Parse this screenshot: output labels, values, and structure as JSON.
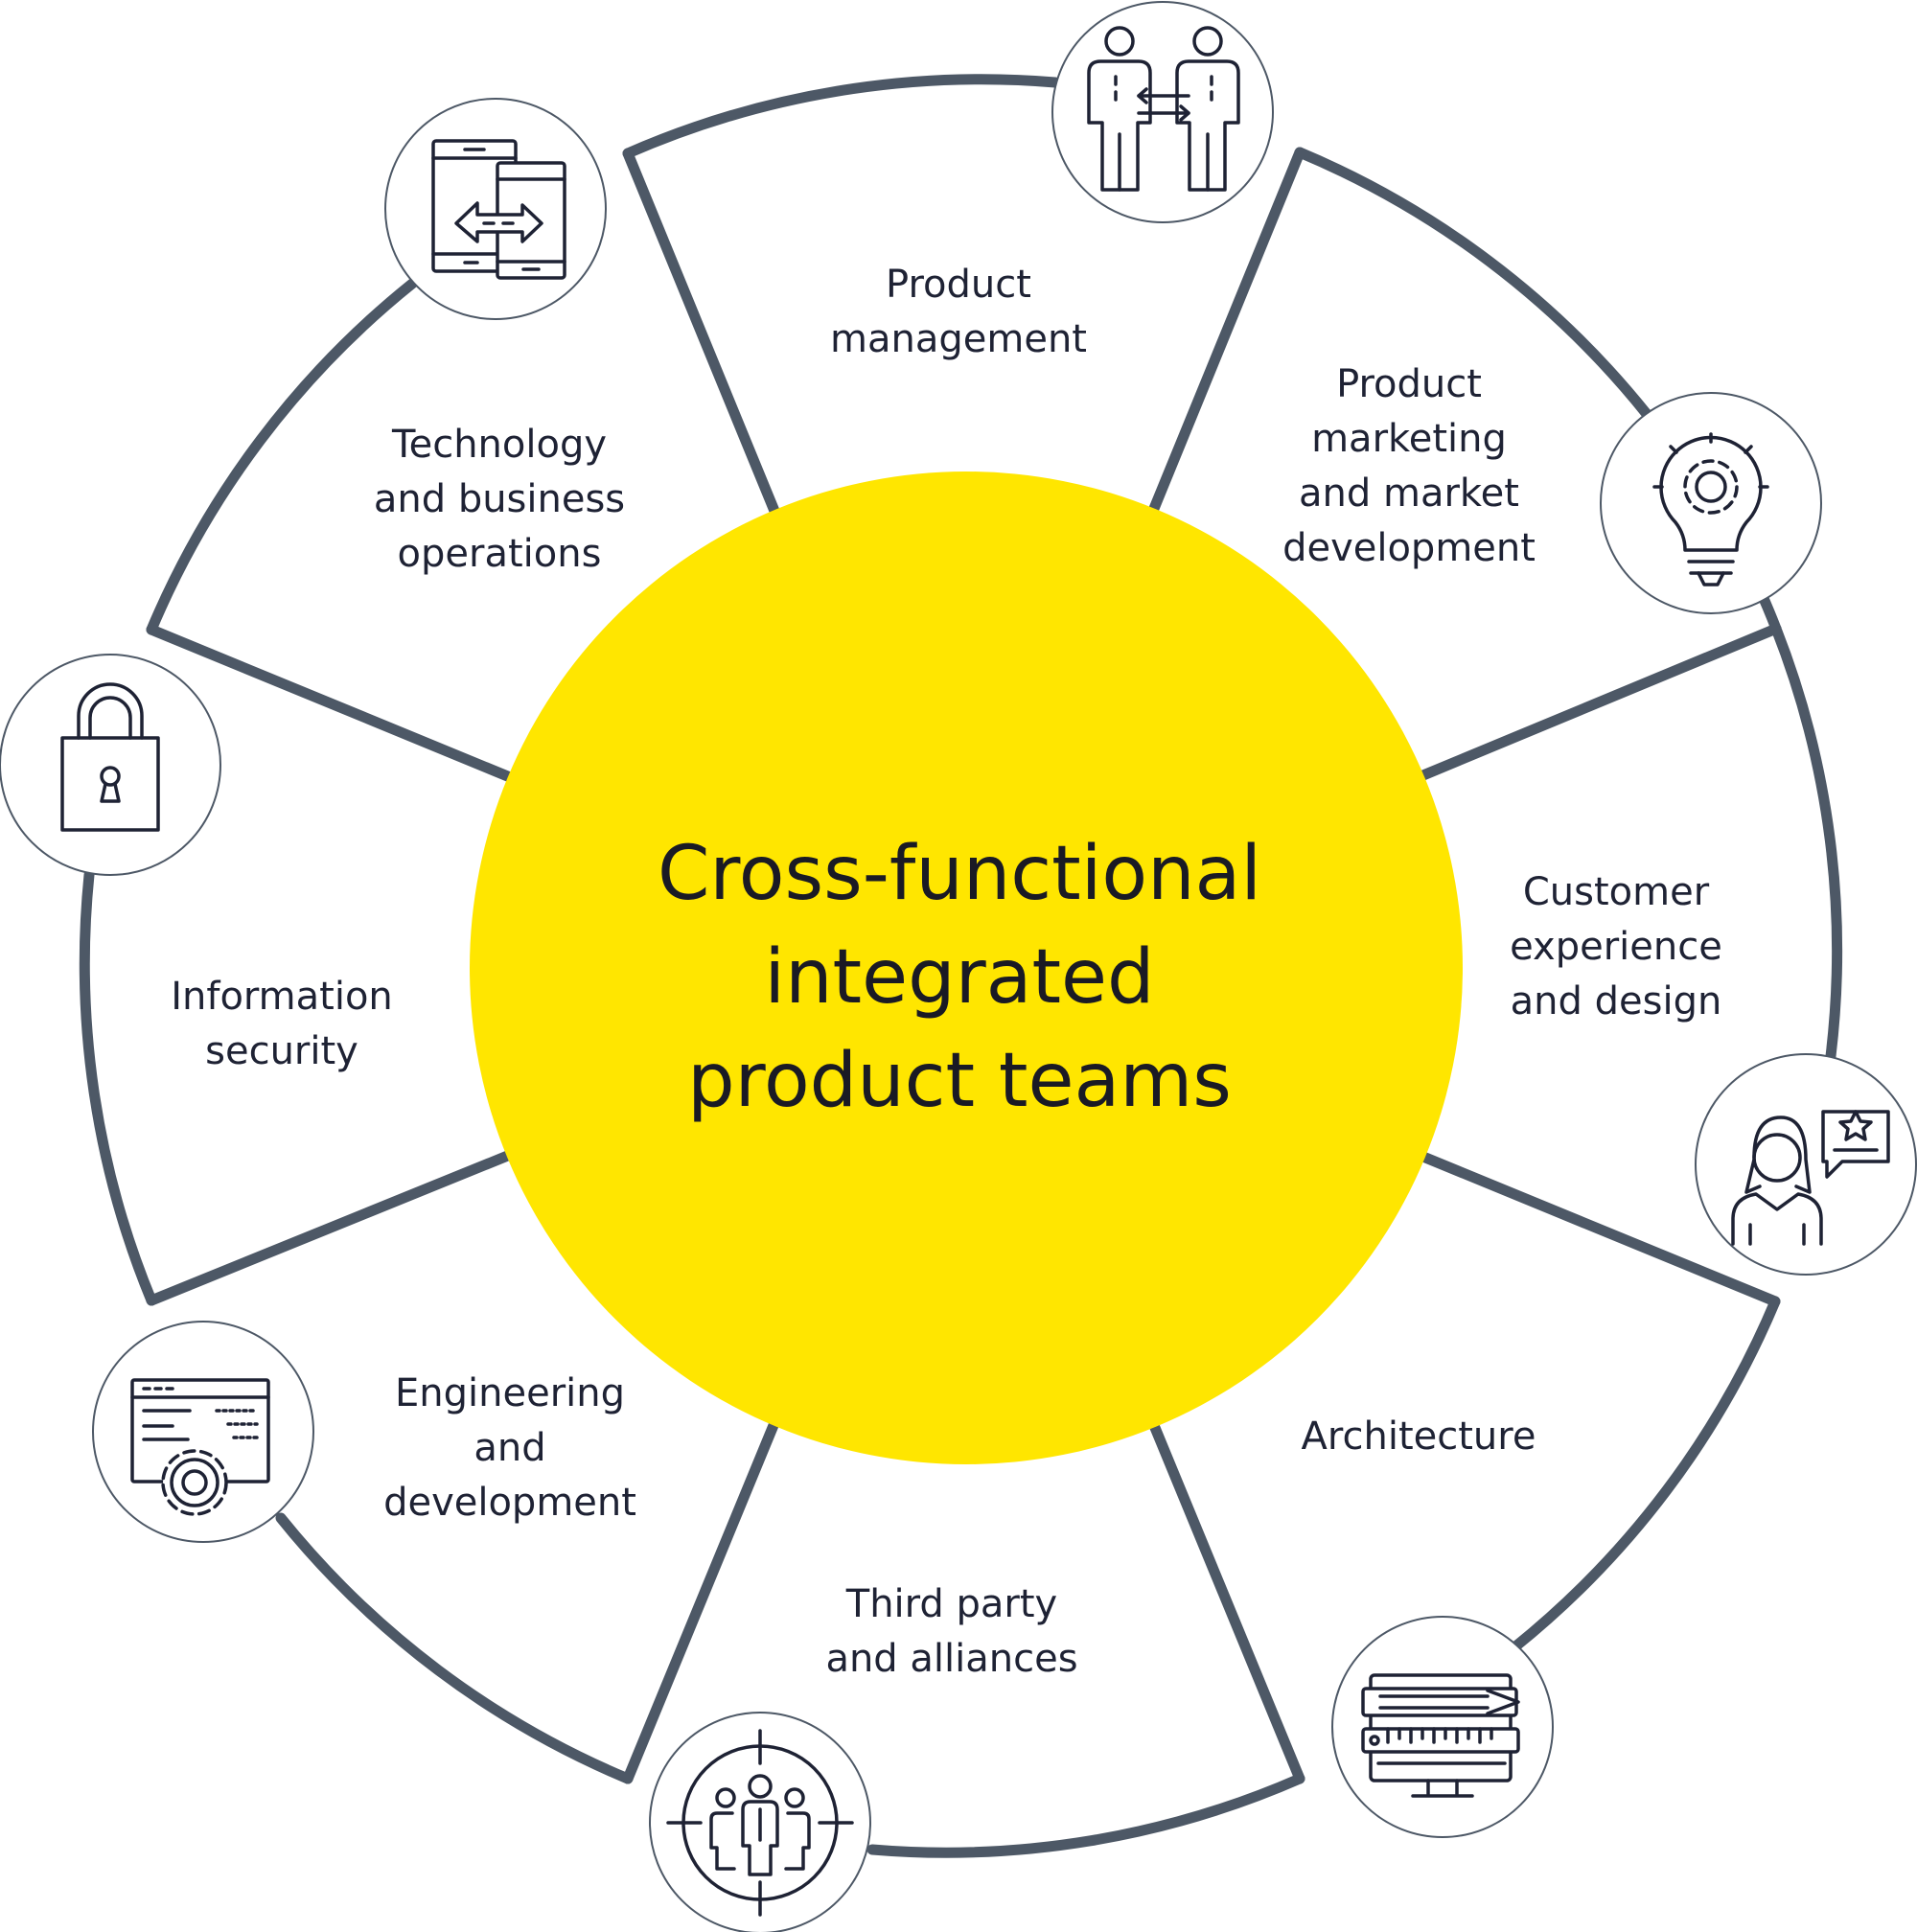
{
  "diagram": {
    "center": {
      "lines": [
        "Cross-functional",
        "integrated",
        "product teams"
      ],
      "fill_color": "#ffe600",
      "text_color": "#1a1a24"
    },
    "ring_color": "#4d5866",
    "segments": [
      {
        "lines": [
          "Product",
          "management"
        ],
        "icon": "handshake-people-exchange-icon"
      },
      {
        "lines": [
          "Product",
          "marketing",
          "and market",
          "development"
        ],
        "icon": "lightbulb-gear-icon"
      },
      {
        "lines": [
          "Customer",
          "experience",
          "and design"
        ],
        "icon": "person-rating-speech-bubble-icon"
      },
      {
        "lines": [
          "Architecture"
        ],
        "icon": "monitor-pencil-ruler-icon"
      },
      {
        "lines": [
          "Third party",
          "and alliances"
        ],
        "icon": "team-target-icon"
      },
      {
        "lines": [
          "Engineering",
          "and",
          "development"
        ],
        "icon": "browser-window-gear-icon"
      },
      {
        "lines": [
          "Information",
          "security"
        ],
        "icon": "padlock-icon"
      },
      {
        "lines": [
          "Technology",
          "and business",
          "operations"
        ],
        "icon": "devices-sync-arrows-icon"
      }
    ]
  }
}
